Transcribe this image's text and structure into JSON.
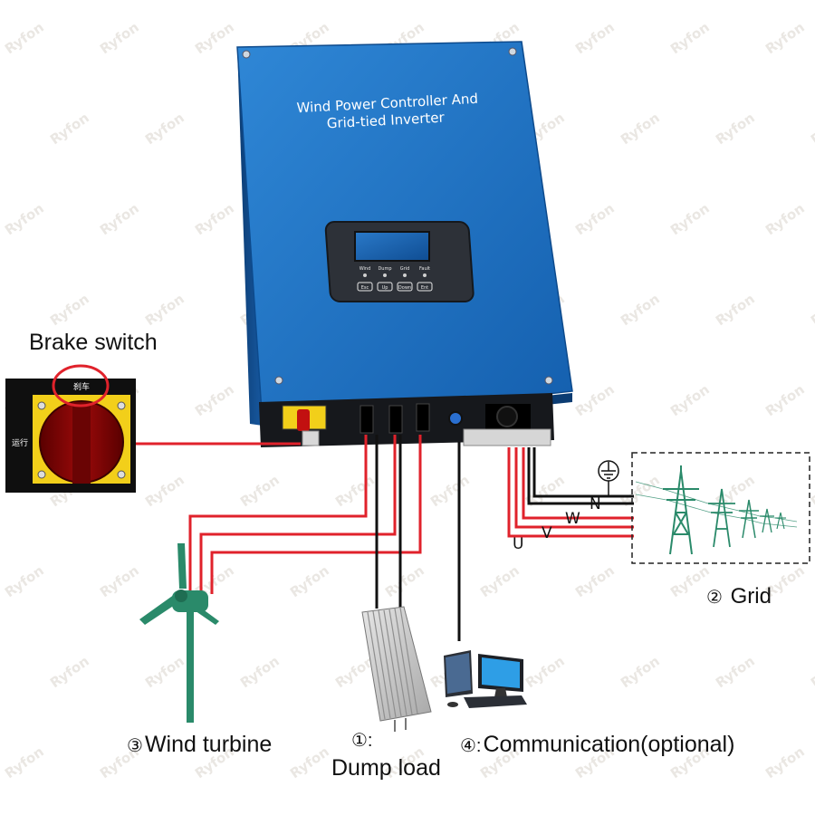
{
  "inverter": {
    "title_line1": "Wind Power Controller And",
    "title_line2": "Grid-tied Inverter",
    "indicators": [
      "Wind",
      "Dump",
      "Grid",
      "Fault"
    ],
    "keys": [
      "Esc",
      "Up",
      "Down",
      "Ent"
    ]
  },
  "brake_switch": {
    "label": "Brake switch",
    "top_text": "刹车",
    "left_text": "运行"
  },
  "grid": {
    "number": "②",
    "label": "Grid",
    "phases": [
      "U",
      "V",
      "W",
      "N"
    ],
    "ground_icon": "ground-icon"
  },
  "wind_turbine": {
    "number": "③",
    "label": "Wind turbine"
  },
  "dump_load": {
    "number": "①:",
    "label": "Dump load"
  },
  "communication": {
    "number": "④:",
    "label": "Communication(optional)"
  },
  "watermark": "Ryfon",
  "colors": {
    "cabinet": "#1f74c4",
    "wire_red": "#e0222b",
    "wire_black": "#111111",
    "tower_green": "#2a8a6a",
    "switch_yellow": "#f2cf1a"
  }
}
